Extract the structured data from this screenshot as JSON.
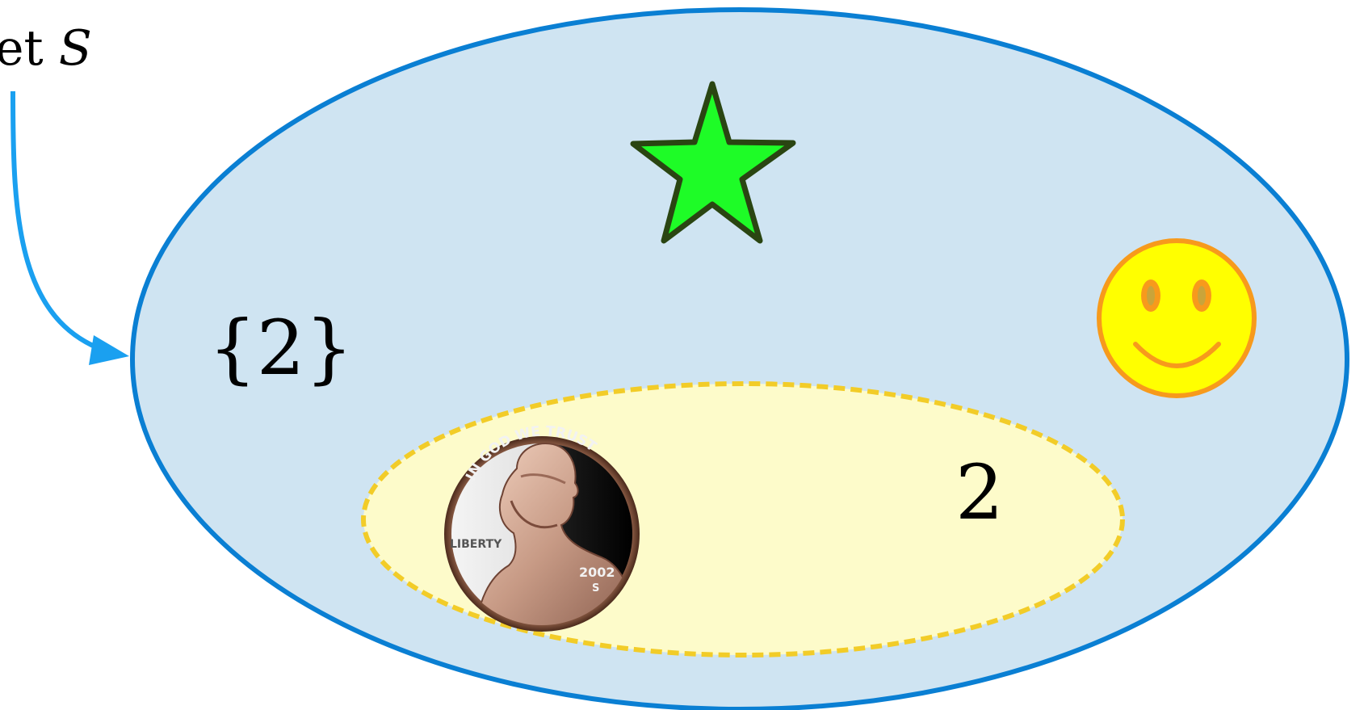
{
  "diagram": {
    "set_label_prefix": "et ",
    "set_label_var": "S",
    "set_notation": "{2}",
    "element_label": "2",
    "coin": {
      "motto": "IN GOD WE TRUST",
      "liberty": "LIBERTY",
      "year": "2002",
      "mint": "S"
    }
  },
  "colors": {
    "outer_fill": "#cfe4f2",
    "outer_stroke": "#0a7fd3",
    "inner_fill": "#fdfbca",
    "inner_stroke": "#f2cc28",
    "arrow": "#1aa0f0",
    "star_fill": "#1efc27",
    "star_stroke": "#2a4512",
    "smiley_fill": "#ffff00",
    "smiley_stroke": "#f79a1c"
  },
  "icons": {
    "star": "star-icon",
    "smiley": "smiley-face-icon",
    "coin": "penny-coin-icon"
  }
}
